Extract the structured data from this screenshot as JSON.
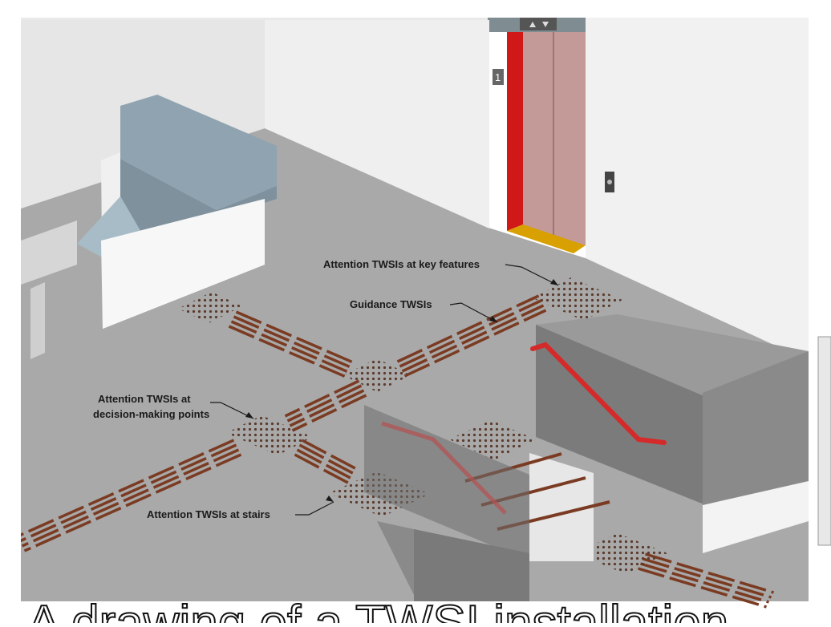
{
  "labels": {
    "key_features": "Attention TWSIs at key features",
    "guidance": "Guidance TWSIs",
    "decision_line1": "Attention TWSIs at",
    "decision_line2": "decision-making points",
    "stairs": "Attention TWSIs at stairs"
  },
  "elevator": {
    "floor_sign": "1"
  },
  "caption": "A drawing of a TWSI installation",
  "colors": {
    "floor": "#a9a9a9",
    "wall": "#ececec",
    "tactile_bar": "#7a3b22",
    "elevator_frame": "#d01818",
    "elevator_door": "#c39a98",
    "elevator_sill": "#d8a000",
    "handrail": "#d42a2a",
    "counter_top": "#8fa3b0",
    "counter_slope": "#a7bcc6"
  }
}
